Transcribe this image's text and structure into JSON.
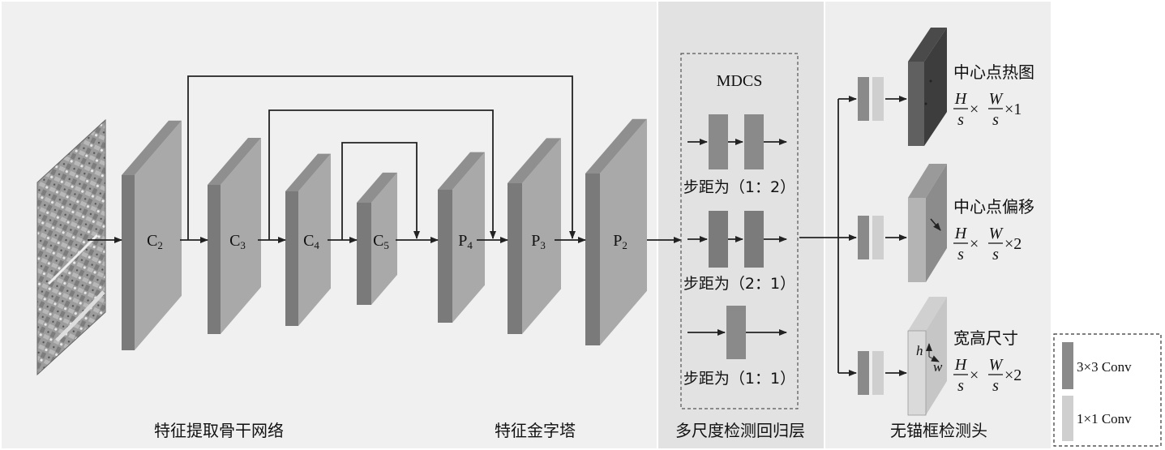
{
  "colors": {
    "panel_main": "#f0f0f0",
    "panel_mdcs": "#e2e2e2",
    "panel_head": "#eeeeee",
    "layer_front": "#a9a9a9",
    "layer_top": "#8f8f8f",
    "layer_side": "#7a7a7a",
    "conv3x3": "#8a8a8a",
    "conv3x3_dark": "#7b7b7b",
    "conv1x1": "#cfcfcf",
    "heatmap_front": "#606060"
  },
  "input_image": {
    "icon": "aerial-airport-image-icon"
  },
  "backbone": {
    "label": "特征提取骨干网络",
    "layers": [
      {
        "id": "c2",
        "base": "C",
        "sub": "2"
      },
      {
        "id": "c3",
        "base": "C",
        "sub": "3"
      },
      {
        "id": "c4",
        "base": "C",
        "sub": "4"
      },
      {
        "id": "c5",
        "base": "C",
        "sub": "5"
      }
    ]
  },
  "pyramid": {
    "label": "特征金字塔",
    "layers": [
      {
        "id": "p4",
        "base": "P",
        "sub": "4"
      },
      {
        "id": "p3",
        "base": "P",
        "sub": "3"
      },
      {
        "id": "p2",
        "base": "P",
        "sub": "2"
      }
    ]
  },
  "mdcs": {
    "title": "MDCS",
    "section_label": "多尺度检测回归层",
    "branches": [
      {
        "caption": "步距为（1：2）"
      },
      {
        "caption": "步距为（2：1）"
      },
      {
        "caption": "步距为（1：1）"
      }
    ]
  },
  "head": {
    "section_label": "无锚框检测头",
    "outputs": [
      {
        "title": "中心点热图",
        "H": "H",
        "W": "W",
        "s": "s",
        "times": "×",
        "channels": "×1"
      },
      {
        "title": "中心点偏移",
        "H": "H",
        "W": "W",
        "s": "s",
        "times": "×",
        "channels": "×2"
      },
      {
        "title": "宽高尺寸",
        "H": "H",
        "W": "W",
        "s": "s",
        "times": "×",
        "channels": "×2",
        "h": "h",
        "w": "w"
      }
    ]
  },
  "legend": {
    "items": [
      {
        "label": "3×3 Conv",
        "color": "#8a8a8a"
      },
      {
        "label": "1×1 Conv",
        "color": "#cfcfcf"
      }
    ]
  }
}
